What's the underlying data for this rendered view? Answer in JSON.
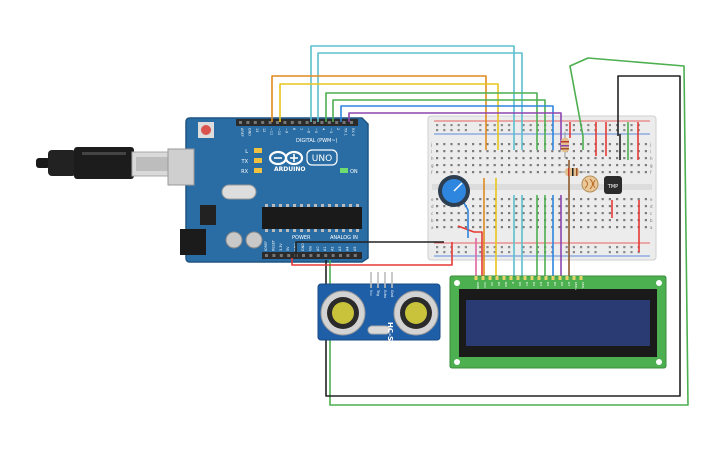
{
  "arduino": {
    "brand": "ARDUINO",
    "model": "UNO",
    "header_digital": "DIGITAL (PWM~)",
    "header_power": "POWER",
    "header_analog": "ANALOG IN",
    "pin_top": [
      "AREF",
      "GND",
      "13",
      "12",
      "~11",
      "~10",
      "~9",
      "8",
      "7",
      "~6",
      "~5",
      "4",
      "~3",
      "2",
      "TX 1",
      "RX 0"
    ],
    "pin_bottom": [
      "IOREF",
      "RESET",
      "3.3V",
      "5V",
      "GND",
      "GND",
      "Vin",
      "A0",
      "A1",
      "A2",
      "A3",
      "A4",
      "A5"
    ],
    "led_labels": [
      "L",
      "TX",
      "RX"
    ],
    "on_label": "ON",
    "colors": {
      "board": "#2a6da4",
      "board_edge": "#1f5582",
      "header": "#2b2b2b"
    }
  },
  "breadboard": {
    "row_letters_top": [
      "j",
      "i",
      "h",
      "g",
      "f"
    ],
    "row_letters_bottom": [
      "e",
      "d",
      "c",
      "b",
      "a"
    ]
  },
  "sensor": {
    "model": "HC-SR04",
    "pins": [
      "Vcc",
      "Trig",
      "Echo",
      "Gnd"
    ]
  },
  "lcd": {
    "pin_labels": [
      "GND",
      "VCC",
      "V0",
      "RS",
      "RW",
      "E",
      "D0",
      "D1",
      "D2",
      "D3",
      "D4",
      "D5",
      "D6",
      "D7",
      "LED+",
      "LED-"
    ]
  },
  "temp_sensor": {
    "label": "TMP"
  },
  "wire_colors": {
    "cyan": "#5bc0cf",
    "orange": "#e08a1f",
    "yellow": "#e8c51c",
    "green": "#4caf50",
    "blue": "#2e86de",
    "purple": "#8e44ad",
    "red": "#e53935",
    "black": "#222222",
    "brown": "#8d5a2b"
  }
}
